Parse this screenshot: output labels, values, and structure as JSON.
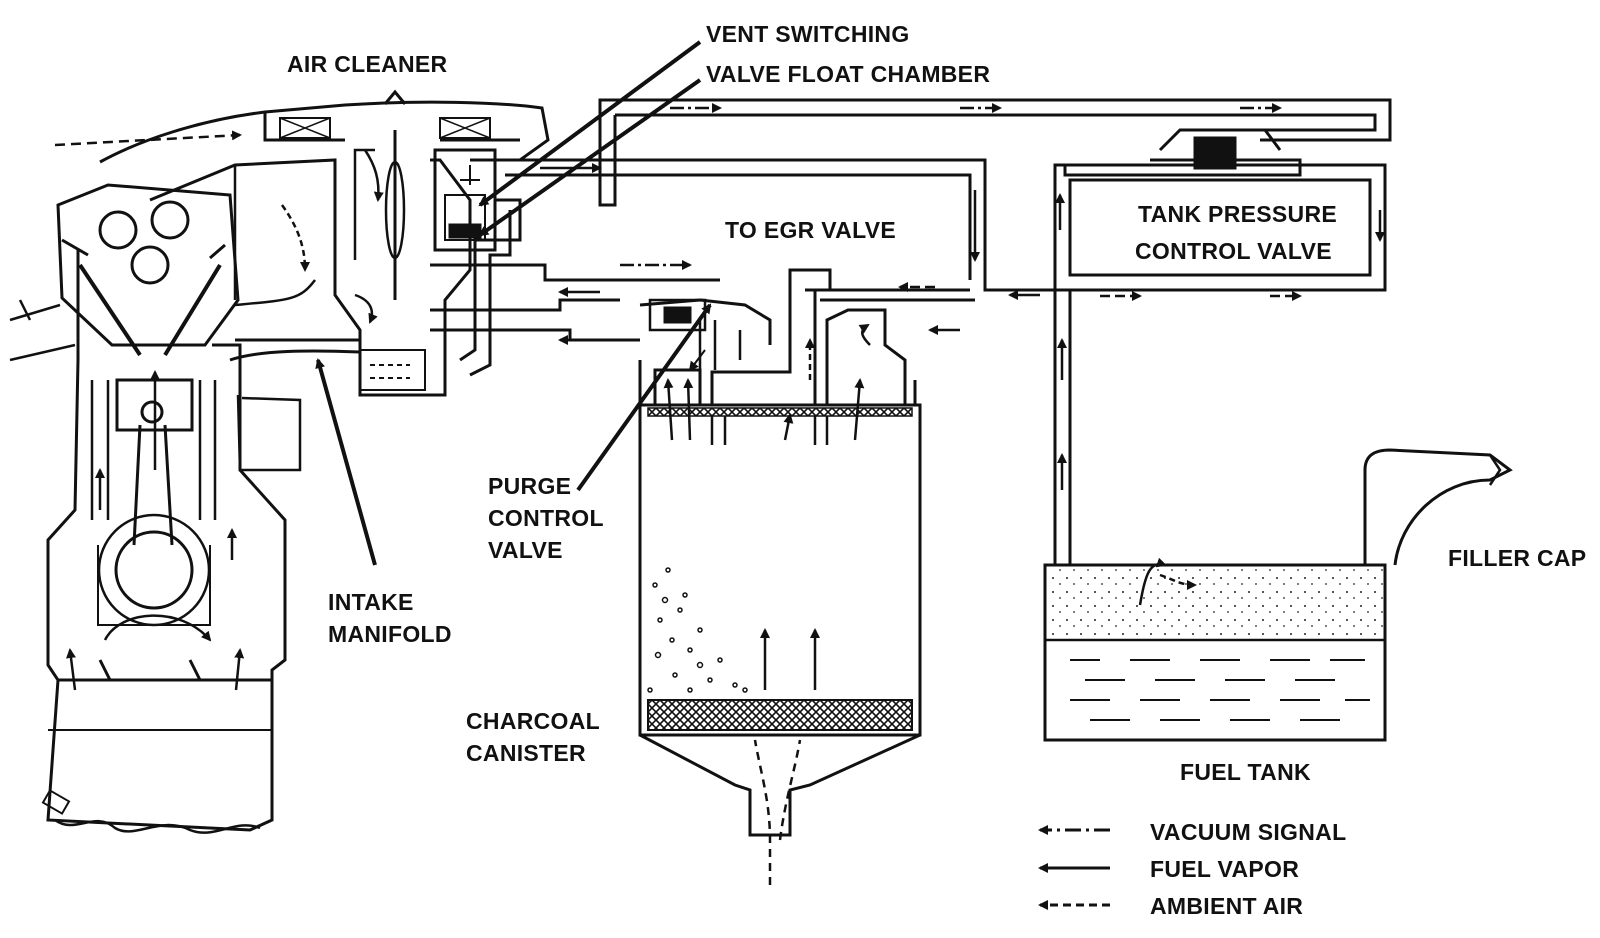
{
  "labels": {
    "air_cleaner": "AIR CLEANER",
    "vent_switching": "VENT SWITCHING",
    "valve_float_chamber": "VALVE FLOAT CHAMBER",
    "to_egr_valve": "TO EGR VALVE",
    "tank_pressure": "TANK PRESSURE",
    "control_valve": "CONTROL VALVE",
    "purge": "PURGE",
    "control": "CONTROL",
    "valve": "VALVE",
    "intake": "INTAKE",
    "manifold": "MANIFOLD",
    "filler_cap": "FILLER CAP",
    "charcoal": "CHARCOAL",
    "canister": "CANISTER",
    "fuel_tank": "FUEL TANK"
  },
  "legend": [
    {
      "label": "VACUUM SIGNAL",
      "style": "dash-dot"
    },
    {
      "label": "FUEL VAPOR",
      "style": "solid"
    },
    {
      "label": "AMBIENT AIR",
      "style": "dashed"
    }
  ],
  "colors": {
    "ink": "#111111",
    "paper": "#ffffff"
  }
}
